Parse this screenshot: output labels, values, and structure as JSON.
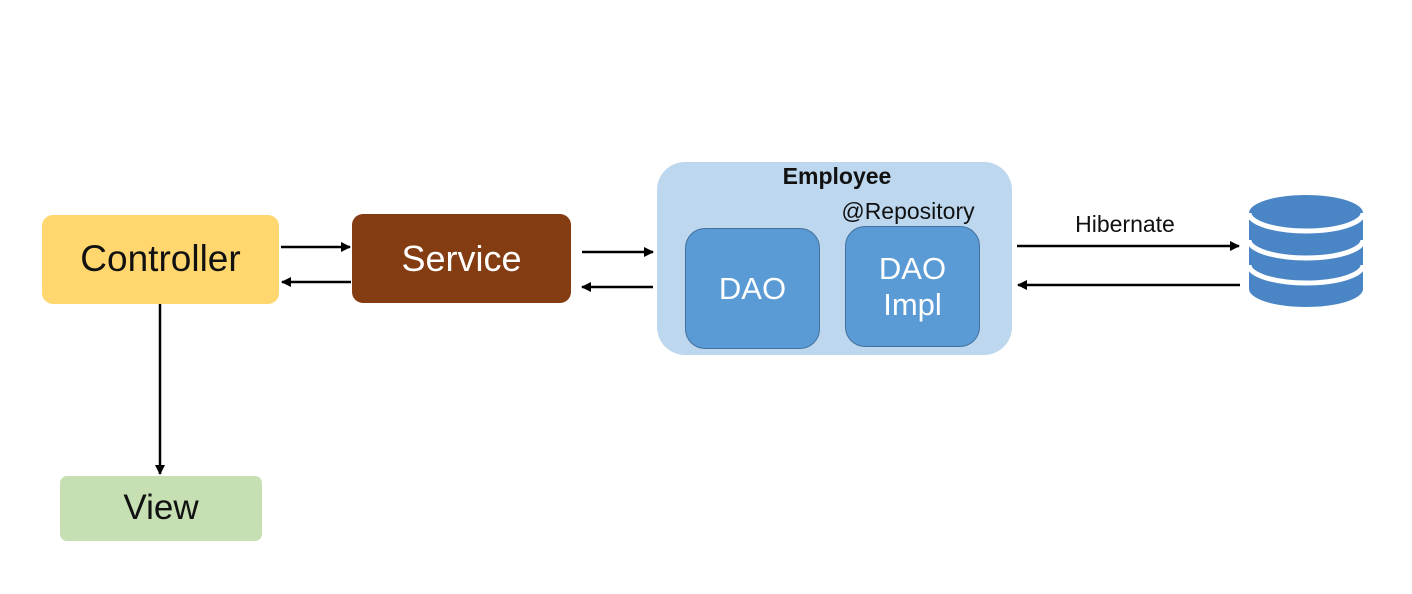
{
  "nodes": {
    "controller": "Controller",
    "service": "Service",
    "view": "View",
    "employee": "Employee",
    "repository": "@Repository",
    "dao": "DAO",
    "dao_impl_line1": "DAO",
    "dao_impl_line2": "Impl"
  },
  "edges": {
    "hibernate": "Hibernate"
  },
  "icons": {
    "database": "database-icon"
  },
  "colors": {
    "controller": "#ffd76e",
    "service": "#843c12",
    "view": "#c6e0b4",
    "employee_container": "#bdd7ee",
    "dao": "#5b9bd5",
    "database": "#4a86c5"
  }
}
